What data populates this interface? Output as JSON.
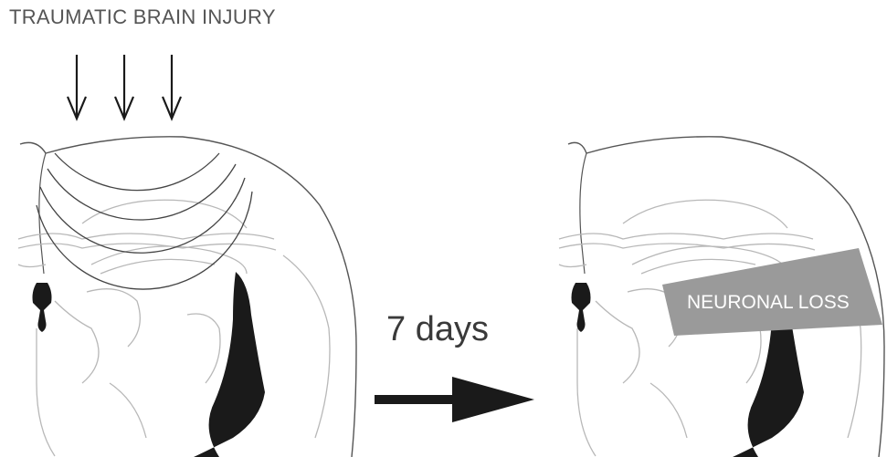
{
  "figure": {
    "injury_label": "TRAUMATIC BRAIN INJURY",
    "time_label": "7 days",
    "loss_label": "NEURONAL LOSS"
  },
  "colors": {
    "outline": "#555555",
    "faint_structures": "#b8b8b8",
    "ventricle": "#1a1a1a",
    "lesion_wedge": "#9a9a9a",
    "arrow": "#1a1a1a"
  },
  "icons": {
    "impact_arrows": "down-arrow-icon",
    "time_arrow": "right-arrow-icon"
  }
}
